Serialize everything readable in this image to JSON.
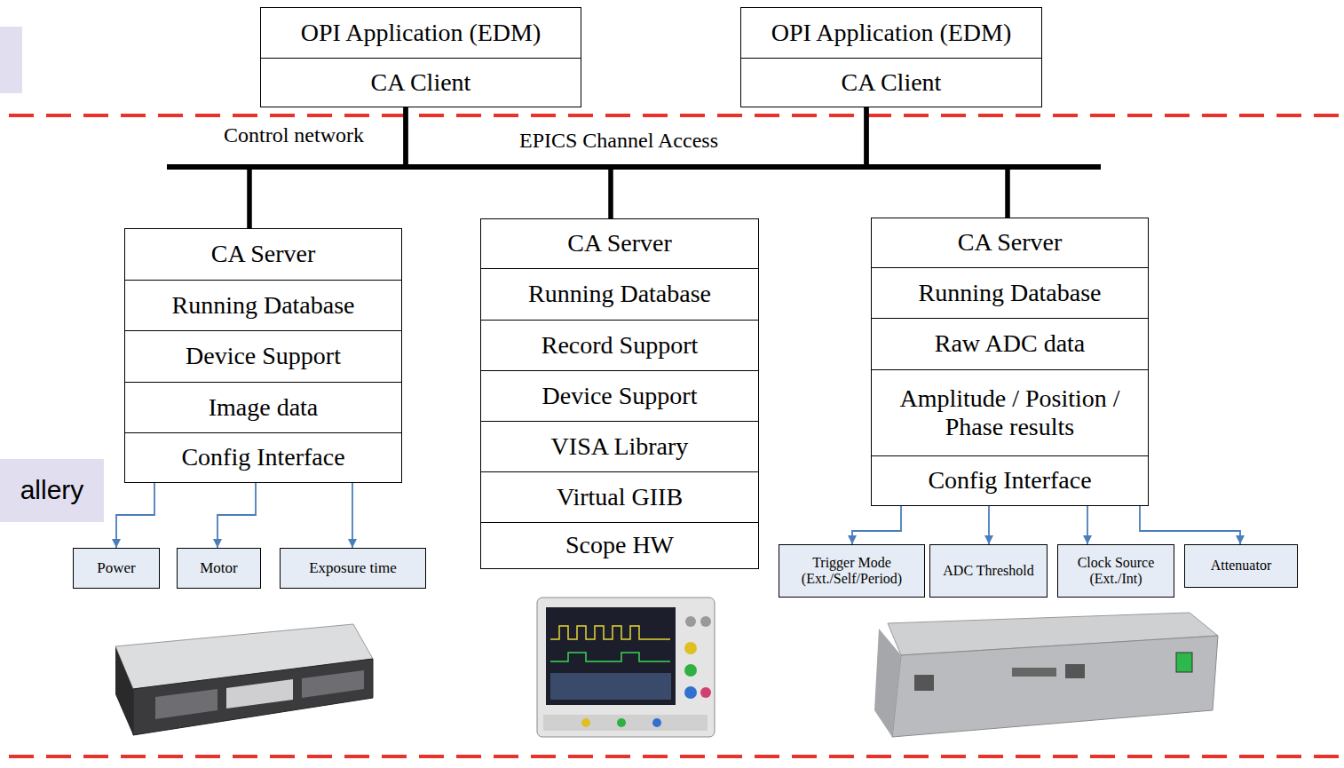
{
  "diagram": {
    "nodes": [
      {
        "text": [
          "OPI Application (EDM)"
        ]
      },
      {
        "text": [
          "CA Client"
        ]
      },
      {
        "text": [
          "OPI Application (EDM)"
        ]
      },
      {
        "text": [
          "CA Client"
        ]
      },
      {
        "text": [
          "CA Server"
        ]
      },
      {
        "text": [
          "Running Database"
        ]
      },
      {
        "text": [
          "Device Support"
        ]
      },
      {
        "text": [
          "Image data"
        ]
      },
      {
        "text": [
          "Config Interface"
        ]
      },
      {
        "text": [
          "CA Server"
        ]
      },
      {
        "text": [
          "Running Database"
        ]
      },
      {
        "text": [
          "Record Support"
        ]
      },
      {
        "text": [
          "Device Support"
        ]
      },
      {
        "text": [
          "VISA Library"
        ]
      },
      {
        "text": [
          "Virtual GIIB"
        ]
      },
      {
        "text": [
          "Scope HW"
        ]
      },
      {
        "text": [
          "CA Server"
        ]
      },
      {
        "text": [
          "Running Database"
        ]
      },
      {
        "text": [
          "Raw ADC data"
        ]
      },
      {
        "text": [
          "Amplitude / Position / Phase results"
        ]
      },
      {
        "text": [
          "Config Interface"
        ]
      },
      {
        "text": [
          "Power"
        ]
      },
      {
        "text": [
          "Motor"
        ]
      },
      {
        "text": [
          "Exposure time"
        ]
      },
      {
        "text": [
          "Trigger Mode (Ext./Self/Period)"
        ]
      },
      {
        "text": [
          "ADC Threshold"
        ]
      },
      {
        "text": [
          "Clock Source (Ext./Int)"
        ]
      },
      {
        "text": [
          "Attenuator"
        ]
      },
      {
        "text": [
          "allery"
        ]
      }
    ],
    "edges": [
      {
        "from": 1,
        "to": 4,
        "arrow": "none"
      },
      {
        "from": 1,
        "to": 9,
        "arrow": "none"
      },
      {
        "from": 1,
        "to": 16,
        "arrow": "none"
      },
      {
        "from": 3,
        "to": 4,
        "arrow": "none"
      },
      {
        "from": 3,
        "to": 9,
        "arrow": "none"
      },
      {
        "from": 3,
        "to": 16,
        "arrow": "none"
      },
      {
        "from": 8,
        "to": 21,
        "arrow": "to"
      },
      {
        "from": 8,
        "to": 22,
        "arrow": "to"
      },
      {
        "from": 8,
        "to": 23,
        "arrow": "to"
      },
      {
        "from": 20,
        "to": 24,
        "arrow": "to"
      },
      {
        "from": 20,
        "to": 25,
        "arrow": "to"
      },
      {
        "from": 20,
        "to": 26,
        "arrow": "to"
      },
      {
        "from": 20,
        "to": 27,
        "arrow": "to"
      }
    ],
    "labels": [
      "Control network",
      "EPICS Channel Access"
    ]
  }
}
